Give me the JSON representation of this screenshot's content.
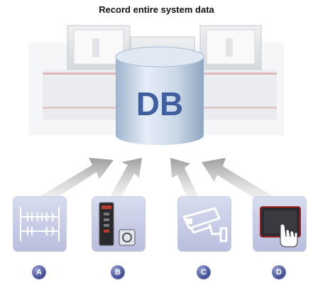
{
  "title": "Record entire system data",
  "database": {
    "label": "DB"
  },
  "sources": [
    {
      "badge": "A",
      "icon": "ladder-logic-icon"
    },
    {
      "badge": "B",
      "icon": "controller-device-icon"
    },
    {
      "badge": "C",
      "icon": "security-camera-icon"
    },
    {
      "badge": "D",
      "icon": "touch-panel-icon"
    }
  ],
  "colors": {
    "tile": "#c6cae0",
    "badge": "#3d4a93",
    "db_text": "#3f5f9f",
    "arrow": "#b8b8b8"
  }
}
